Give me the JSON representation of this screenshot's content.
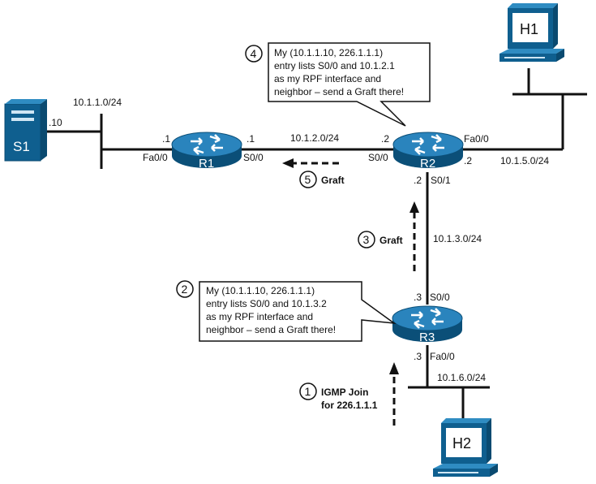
{
  "colors": {
    "device_blue": "#0f5f8f",
    "device_light": "#2f8cc2",
    "line": "#111111",
    "screen": "#ffffff"
  },
  "devices": {
    "s1": {
      "name": "S1",
      "icon": "server-icon"
    },
    "r1": {
      "name": "R1",
      "icon": "router-icon"
    },
    "r2": {
      "name": "R2",
      "icon": "router-icon"
    },
    "r3": {
      "name": "R3",
      "icon": "router-icon"
    },
    "h1": {
      "name": "H1",
      "icon": "pc-icon"
    },
    "h2": {
      "name": "H2",
      "icon": "pc-icon"
    }
  },
  "subnets": {
    "lan1": "10.1.1.0/24",
    "r1r2": "10.1.2.0/24",
    "r2r3": "10.1.3.0/24",
    "lan5": "10.1.5.0/24",
    "lan6": "10.1.6.0/24"
  },
  "addresses": {
    "s1": ".10",
    "r1_fa": ".1",
    "r1_s0": ".1",
    "r2_s0": ".2",
    "r2_fa": ".2",
    "r2_s1": ".2",
    "r3_s0": ".3",
    "r3_fa": ".3"
  },
  "interfaces": {
    "r1_fa": "Fa0/0",
    "r1_s0": "S0/0",
    "r2_s0": "S0/0",
    "r2_fa": "Fa0/0",
    "r2_s1": "S0/1",
    "r3_s0": "S0/0",
    "r3_fa": "Fa0/0"
  },
  "steps": [
    {
      "num": "1",
      "line1": "IGMP Join",
      "line2": "for 226.1.1.1"
    },
    {
      "num": "2",
      "lines": [
        "My (10.1.1.10, 226.1.1.1)",
        "entry lists S0/0 and 10.1.3.2",
        "as my RPF interface and",
        "neighbor – send a Graft there!"
      ]
    },
    {
      "num": "3",
      "label": "Graft"
    },
    {
      "num": "4",
      "lines": [
        "My (10.1.1.10, 226.1.1.1)",
        "entry lists S0/0 and 10.1.2.1",
        "as my RPF interface and",
        "neighbor – send a Graft there!"
      ]
    },
    {
      "num": "5",
      "label": "Graft"
    }
  ]
}
